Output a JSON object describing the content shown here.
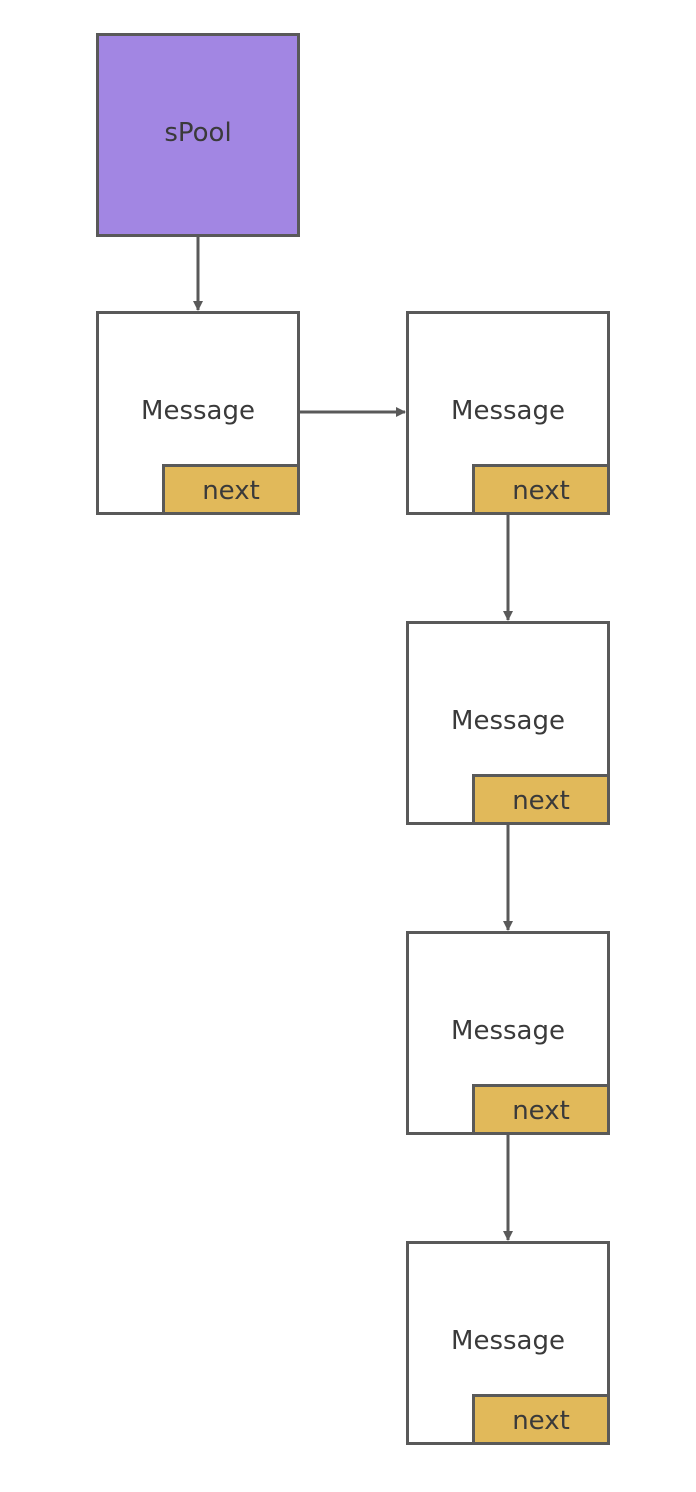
{
  "pool": {
    "label": "sPool",
    "color": "#a286e3"
  },
  "nodes": [
    {
      "label": "Message",
      "field": "next"
    },
    {
      "label": "Message",
      "field": "next"
    },
    {
      "label": "Message",
      "field": "next"
    },
    {
      "label": "Message",
      "field": "next"
    },
    {
      "label": "Message",
      "field": "next"
    }
  ],
  "colors": {
    "border": "#595959",
    "next_field": "#e1b95a",
    "arrow": "#595959"
  }
}
